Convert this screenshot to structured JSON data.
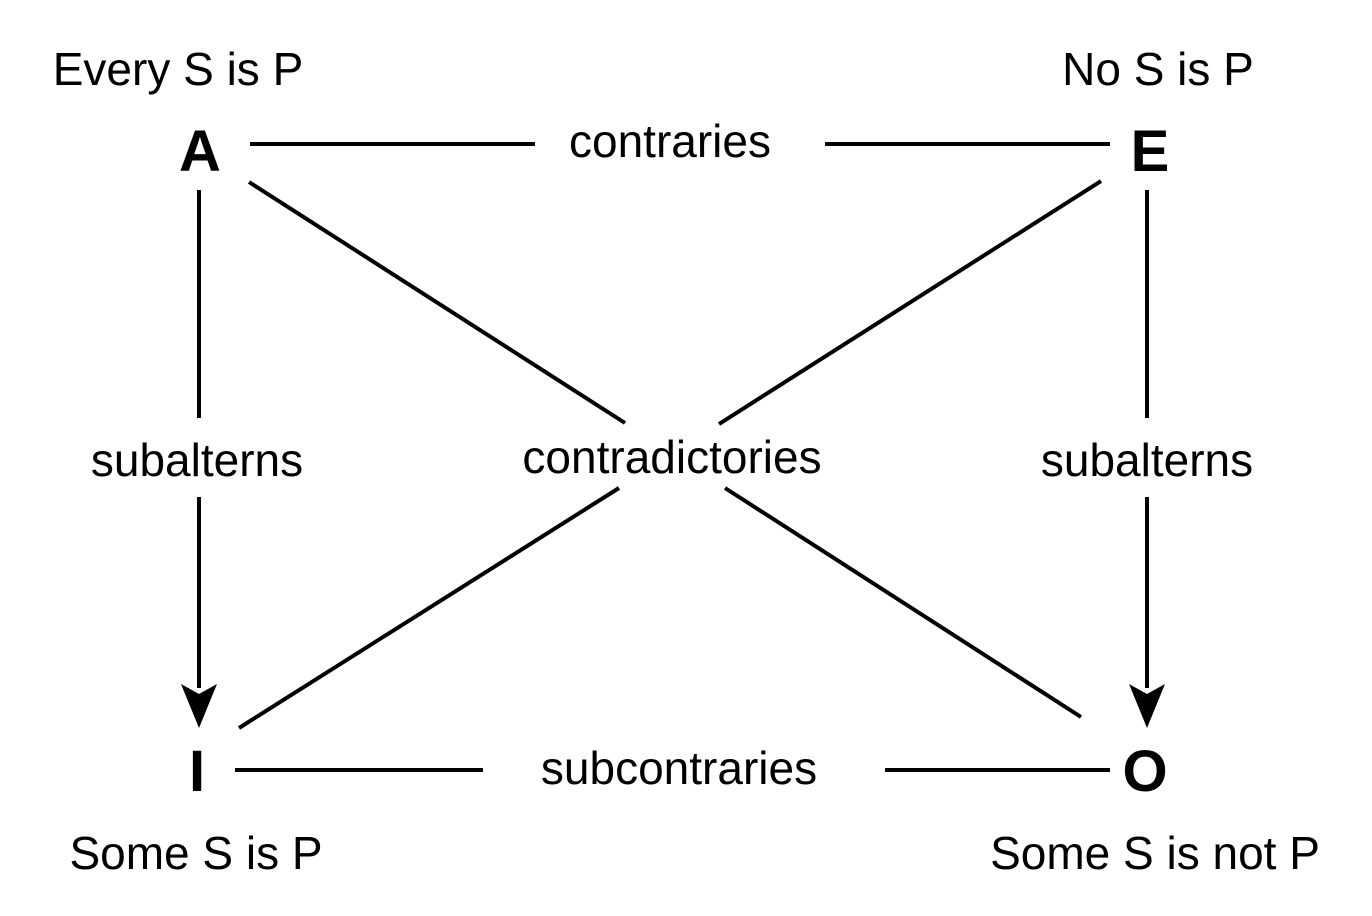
{
  "colors": {
    "ink": "#000000",
    "background": "#ffffff"
  },
  "corners": {
    "a": {
      "letter": "A",
      "proposition": "Every S is P"
    },
    "e": {
      "letter": "E",
      "proposition": "No S is P"
    },
    "i": {
      "letter": "I",
      "proposition": "Some S is P"
    },
    "o": {
      "letter": "O",
      "proposition": "Some S is not P"
    }
  },
  "relations": {
    "top": "contraries",
    "bottom": "subcontraries",
    "left": "subalterns",
    "right": "subalterns",
    "center": "contradictories"
  }
}
